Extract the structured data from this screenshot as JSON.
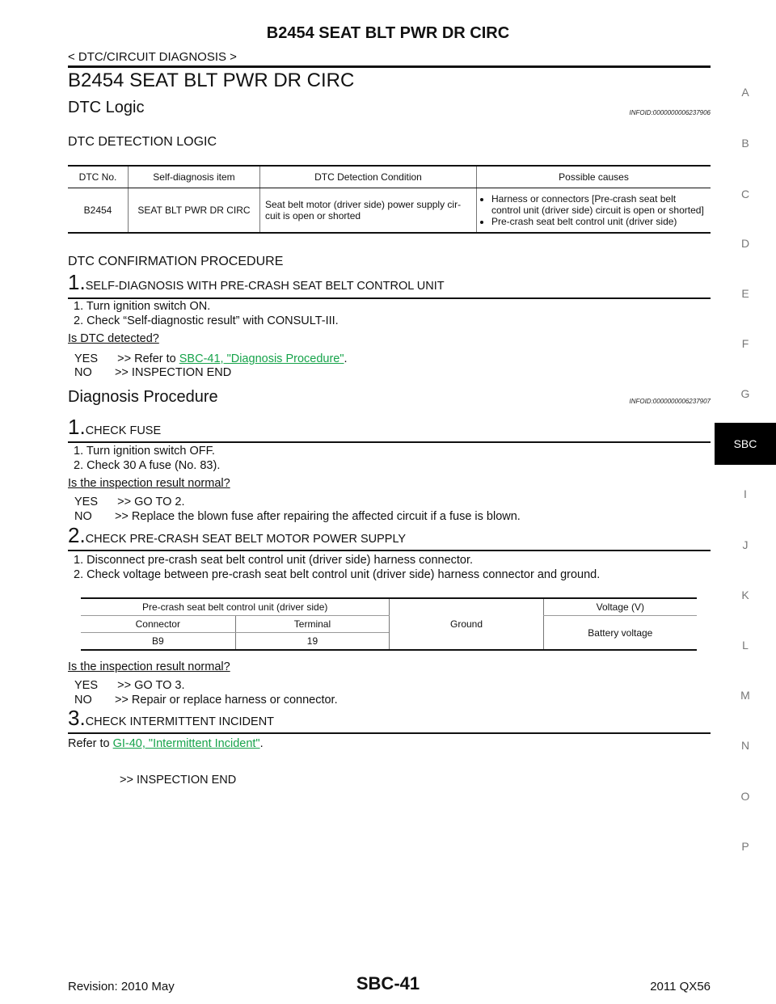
{
  "header": {
    "title": "B2454 SEAT BLT PWR DR CIRC",
    "breadcrumb": "< DTC/CIRCUIT DIAGNOSIS >"
  },
  "section_title": "B2454 SEAT BLT PWR DR CIRC",
  "dtc_logic": {
    "heading": "DTC Logic",
    "infoid": "INFOID:0000000006237906",
    "detection_heading": "DTC DETECTION LOGIC",
    "table": {
      "headers": [
        "DTC No.",
        "Self-diagnosis item",
        "DTC Detection Condition",
        "Possible causes"
      ],
      "row": {
        "dtc": "B2454",
        "item": "SEAT BLT PWR DR CIRC",
        "condition": "Seat belt motor (driver side) power supply cir-cuit is open or shorted",
        "cause1": "Harness or connectors [Pre-crash seat belt control unit (driver side) circuit is open or shorted]",
        "cause2": "Pre-crash seat belt control unit (driver side)"
      }
    },
    "confirmation_heading": "DTC CONFIRMATION PROCEDURE",
    "step1": {
      "num": "1.",
      "title": "SELF-DIAGNOSIS WITH PRE-CRASH SEAT BELT CONTROL UNIT",
      "line1": "1.   Turn ignition switch ON.",
      "line2": "2.   Check “Self-diagnostic result” with CONSULT-III.",
      "question": "Is DTC detected?",
      "yes_prefix": "YES      >> Refer to ",
      "yes_link": "SBC-41, \"Diagnosis Procedure\"",
      "yes_suffix": ".",
      "no": "NO       >> INSPECTION END"
    }
  },
  "diag": {
    "heading": "Diagnosis Procedure",
    "infoid": "INFOID:0000000006237907",
    "step1": {
      "num": "1.",
      "title": "CHECK FUSE",
      "line1": "1.   Turn ignition switch OFF.",
      "line2": "2.   Check 30 A fuse (No. 83).",
      "question": "Is the inspection result normal?",
      "yes": "YES      >> GO TO 2.",
      "no": "NO       >> Replace the blown fuse after repairing the affected circuit if a fuse is blown."
    },
    "step2": {
      "num": "2.",
      "title": "CHECK PRE-CRASH SEAT BELT MOTOR POWER SUPPLY",
      "line1": "1.   Disconnect pre-crash seat belt control unit (driver side) harness connector.",
      "line2": "2.   Check voltage between pre-crash seat belt control unit (driver side) harness connector and ground.",
      "table": {
        "unit": "Pre-crash seat belt control unit (driver side)",
        "connector_label": "Connector",
        "terminal_label": "Terminal",
        "connector": "B9",
        "terminal": "19",
        "ground": "Ground",
        "voltage_label": "Voltage (V)",
        "voltage": "Battery voltage"
      },
      "question": "Is the inspection result normal?",
      "yes": "YES      >> GO TO 3.",
      "no": "NO       >> Repair or replace harness or connector."
    },
    "step3": {
      "num": "3.",
      "title": "CHECK INTERMITTENT INCIDENT",
      "refer_prefix": "Refer to ",
      "refer_link": "GI-40, \"Intermittent Incident\"",
      "refer_suffix": ".",
      "end": ">> INSPECTION END"
    }
  },
  "side_tabs": [
    "A",
    "B",
    "C",
    "D",
    "E",
    "F",
    "G",
    "SBC",
    "I",
    "J",
    "K",
    "L",
    "M",
    "N",
    "O",
    "P"
  ],
  "footer": {
    "revision": "Revision: 2010 May",
    "page": "SBC-41",
    "model": "2011 QX56"
  }
}
